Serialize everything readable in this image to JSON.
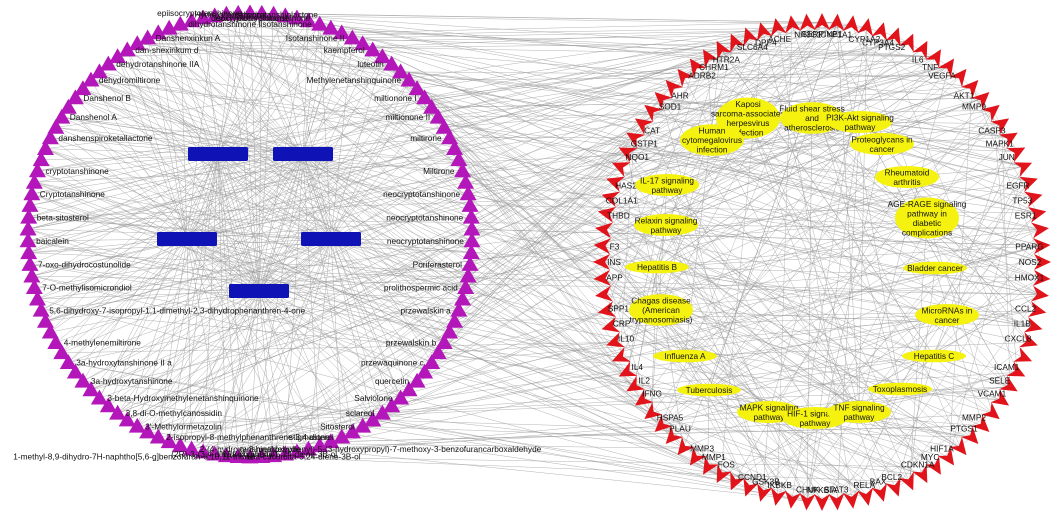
{
  "colors": {
    "compound": "#b317b9",
    "herb": "#0f13b6",
    "target": "#e0141a",
    "pathway": "#f5f20f",
    "edge": "#9a9a9a"
  },
  "herbs": [
    {
      "label": ""
    },
    {
      "label": ""
    },
    {
      "label": ""
    },
    {
      "label": ""
    },
    {
      "label": ""
    }
  ],
  "compounds": [
    "epiisocryptotanshinone",
    "Hydroxytanshinone",
    "isocryptotanshinone",
    "Isotanshinone",
    "Isotanshinone II",
    "kaempferol",
    "luteolin",
    "Methylenetanshinquinone",
    "miltionone I",
    "miltionone II",
    "miltirone",
    "Miltirone",
    "neocryptotanshinone",
    "neocryptotanshinone",
    "neocryptotanshinone",
    "Poriferasterol",
    "prolithospermic acid",
    "przewalskin a",
    "przewalskin b",
    "przewaquinone c",
    "quercetin",
    "Salviolone",
    "sclareol",
    "Sitosterol",
    "stigmasterol",
    "tanshinaldehyde",
    "(2R)-3-(3,4-dihydroxyphenyl)",
    "1-methyl-8,9-dihydro-7H-naphtho[5,6-g]benzofuran-6,10,11-trione",
    "10a-cucurbita-5,24-diene-3B-ol",
    "10a-cucurbita-5,24-diene-3B-ol",
    "2-(4-hydroxy-3-methoxyphenyl)-5-(3-hydroxypropyl)-7-methoxy-3-benzofurancarboxaldehyde",
    "2-isopropyl-8-methylphenanthrene-3,4-dione",
    "3'-Methylormetazolin",
    "3,8-di-O-methylcanossidin",
    "3-beta-Hydroxymethylenetanshinquinone",
    "3a-hydroxytanshinone",
    "3a-hydroxytanshinone II a",
    "4-methylenemiltirone",
    "5,6-dihydroxy-7-isopropyl-1,1-dimethyl-2,3-dihydrophenanthren-4-one",
    "7-O-methylisomicrondiol",
    "7-oxo-dihydrocostunolide",
    "baicalein",
    "beta-sitosterol",
    "Cryptotanshinone",
    "cryptotanshinone",
    "danshenspiroketallactone",
    "Danshenol A",
    "Danshenol B",
    "dehydromiltirone",
    "dehydrotanshinone IIA",
    "dan-shexinkum d",
    "Danshenxinkun A",
    "dihydrotanshinone I",
    "deoxyneocryptotanshinone",
    "dehydrotanshinlactone"
  ],
  "targets": [
    "SERPINE1",
    "CYP1A1",
    "CYP1A2",
    "CYP3A4",
    "PTGS2",
    "IL6",
    "TNF",
    "VEGFA",
    "AKT1",
    "MMP9",
    "CASP3",
    "MAPK1",
    "JUN",
    "EGFR",
    "TP53",
    "ESR1",
    "PPARG",
    "NOS2",
    "HMOX1",
    "CCL2",
    "IL1B",
    "CXCL8",
    "ICAM1",
    "SELE",
    "VCAM1",
    "MMP2",
    "PTGS1",
    "HIF1A",
    "MYC",
    "CDKN1A",
    "BCL2",
    "BAX",
    "RELA",
    "STAT3",
    "NFKBIA",
    "CHUK",
    "IKBKB",
    "GSK3B",
    "CCND1",
    "FOS",
    "MMP1",
    "MMP3",
    "PLAU",
    "HSPA5",
    "IFNG",
    "IL2",
    "IL4",
    "IL10",
    "CRP",
    "SPP1",
    "APP",
    "INS",
    "F3",
    "THBD",
    "COL1A1",
    "HAS2",
    "NQO1",
    "GSTP1",
    "CAT",
    "SOD1",
    "AHR",
    "ADRB2",
    "CHRM1",
    "HTR2A",
    "SLC6A4",
    "DPP4",
    "ACHE",
    "NR3C1"
  ],
  "pathways": [
    "Kaposi sarcoma-associated herpesvirus infection",
    "Fluid shear stress and atherosclerosis",
    "PI3K-Akt signaling pathway",
    "Human cytomegalovirus infection",
    "Proteoglycans in cancer",
    "IL-17 signaling pathway",
    "Rheumatoid arthritis",
    "Relaxin signaling pathway",
    "AGE-RAGE signaling pathway in diabetic complications",
    "Hepatitis B",
    "Bladder cancer",
    "Chagas disease (American trypanosomiasis)",
    "MicroRNAs in cancer",
    "Influenza A",
    "Hepatitis C",
    "Tuberculosis",
    "Toxoplasmosis",
    "MAPK signaling pathway",
    "HIF-1 signaling pathway",
    "TNF signaling pathway"
  ]
}
